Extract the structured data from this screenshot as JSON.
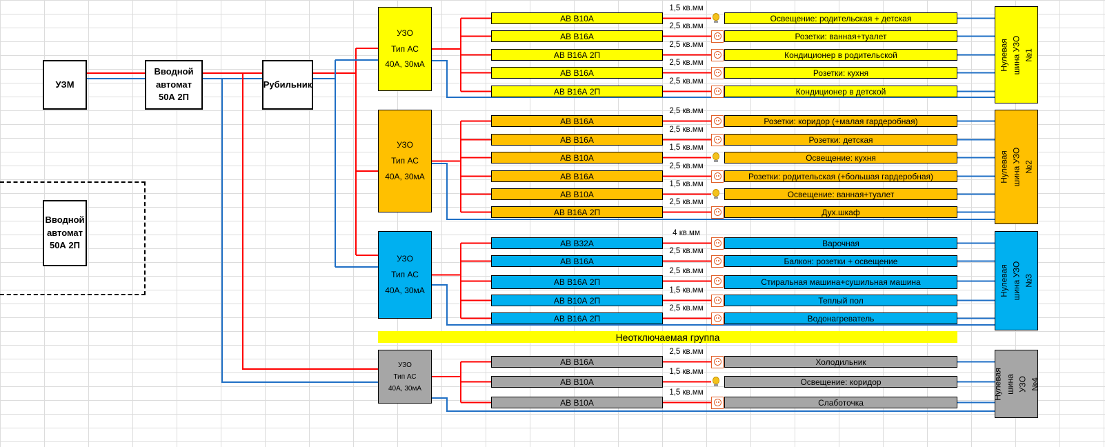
{
  "colors": {
    "phase_wire": "#ff0000",
    "neutral_wire": "#1f6fc5",
    "group1": "#ffff00",
    "group2": "#ffc000",
    "group3": "#00b0f0",
    "group4": "#a6a6a6",
    "banner": "#ffff00"
  },
  "devices": {
    "uzm": "УЗМ",
    "main_breaker": "Вводной\nавтомат\n50А 2П",
    "switch": "Рубильник",
    "alt_main_breaker": "Вводной\nавтомат\n50А 2П"
  },
  "banner": "Неотключаемая группа",
  "groups": [
    {
      "uzo_label": "УЗО\nТип АС\n40А, 30мА",
      "bus_label": "Нулевая шина УЗО\n№1",
      "rows": [
        {
          "breaker": "АВ В10А",
          "cable": "1,5 кв.мм",
          "icon": "bulb-icon",
          "load": "Освещение: родительская + детская"
        },
        {
          "breaker": "АВ В16А",
          "cable": "2,5 кв.мм",
          "icon": "socket-icon",
          "load": "Розетки: ванная+туалет"
        },
        {
          "breaker": "АВ В16А 2П",
          "cable": "2,5 кв.мм",
          "icon": "socket-icon",
          "load": "Кондиционер в родительской"
        },
        {
          "breaker": "АВ В16А",
          "cable": "2,5 кв.мм",
          "icon": "socket-icon",
          "load": "Розетки: кухня"
        },
        {
          "breaker": "АВ В16А 2П",
          "cable": "2,5 кв.мм",
          "icon": "socket-icon",
          "load": "Кондиционер в детской"
        }
      ]
    },
    {
      "uzo_label": "УЗО\nТип АС\n40А, 30мА",
      "bus_label": "Нулевая шина УЗО\n№2",
      "rows": [
        {
          "breaker": "АВ В16А",
          "cable": "2,5 кв.мм",
          "icon": "socket-icon",
          "load": "Розетки: коридор (+малая гардеробная)"
        },
        {
          "breaker": "АВ В16А",
          "cable": "2,5 кв.мм",
          "icon": "socket-icon",
          "load": "Розетки: детская"
        },
        {
          "breaker": "АВ В10А",
          "cable": "1,5 кв.мм",
          "icon": "bulb-icon",
          "load": "Освещение: кухня"
        },
        {
          "breaker": "АВ В16А",
          "cable": "2,5 кв.мм",
          "icon": "socket-icon",
          "load": "Розетки: родительская (+большая гардеробная)"
        },
        {
          "breaker": "АВ В10А",
          "cable": "1,5 кв.мм",
          "icon": "bulb-icon",
          "load": "Освещение: ванная+туалет"
        },
        {
          "breaker": "АВ В16А 2П",
          "cable": "2,5 кв.мм",
          "icon": "socket-icon",
          "load": "Дух.шкаф"
        }
      ]
    },
    {
      "uzo_label": "УЗО\nТип АС\n40А, 30мА",
      "bus_label": "Нулевая шина УЗО\n№3",
      "rows": [
        {
          "breaker": "АВ В32А",
          "cable": "4 кв.мм",
          "icon": "socket-icon",
          "load": "Варочная"
        },
        {
          "breaker": "АВ В16А",
          "cable": "2,5 кв.мм",
          "icon": "socket-icon",
          "load": "Балкон: розетки + освещение"
        },
        {
          "breaker": "АВ В16А 2П",
          "cable": "2,5 кв.мм",
          "icon": "socket-icon",
          "load": "Стиральная машина+сушильная машина"
        },
        {
          "breaker": "АВ В10А 2П",
          "cable": "1,5 кв.мм",
          "icon": "socket-icon",
          "load": "Теплый пол"
        },
        {
          "breaker": "АВ В16А 2П",
          "cable": "2,5 кв.мм",
          "icon": "socket-icon",
          "load": "Водонагреватель"
        }
      ]
    },
    {
      "uzo_label": "УЗО\nТип АС\n40А, 30мА",
      "bus_label": "Нулевая шина\nУЗО\n№4",
      "rows": [
        {
          "breaker": "АВ В16А",
          "cable": "2,5 кв.мм",
          "icon": "socket-icon",
          "load": "Холодильник"
        },
        {
          "breaker": "АВ В10А",
          "cable": "1,5 кв.мм",
          "icon": "bulb-icon",
          "load": "Освещение: коридор"
        },
        {
          "breaker": "АВ В10А",
          "cable": "1,5 кв.мм",
          "icon": "socket-icon",
          "load": "Слаботочка"
        }
      ]
    }
  ]
}
